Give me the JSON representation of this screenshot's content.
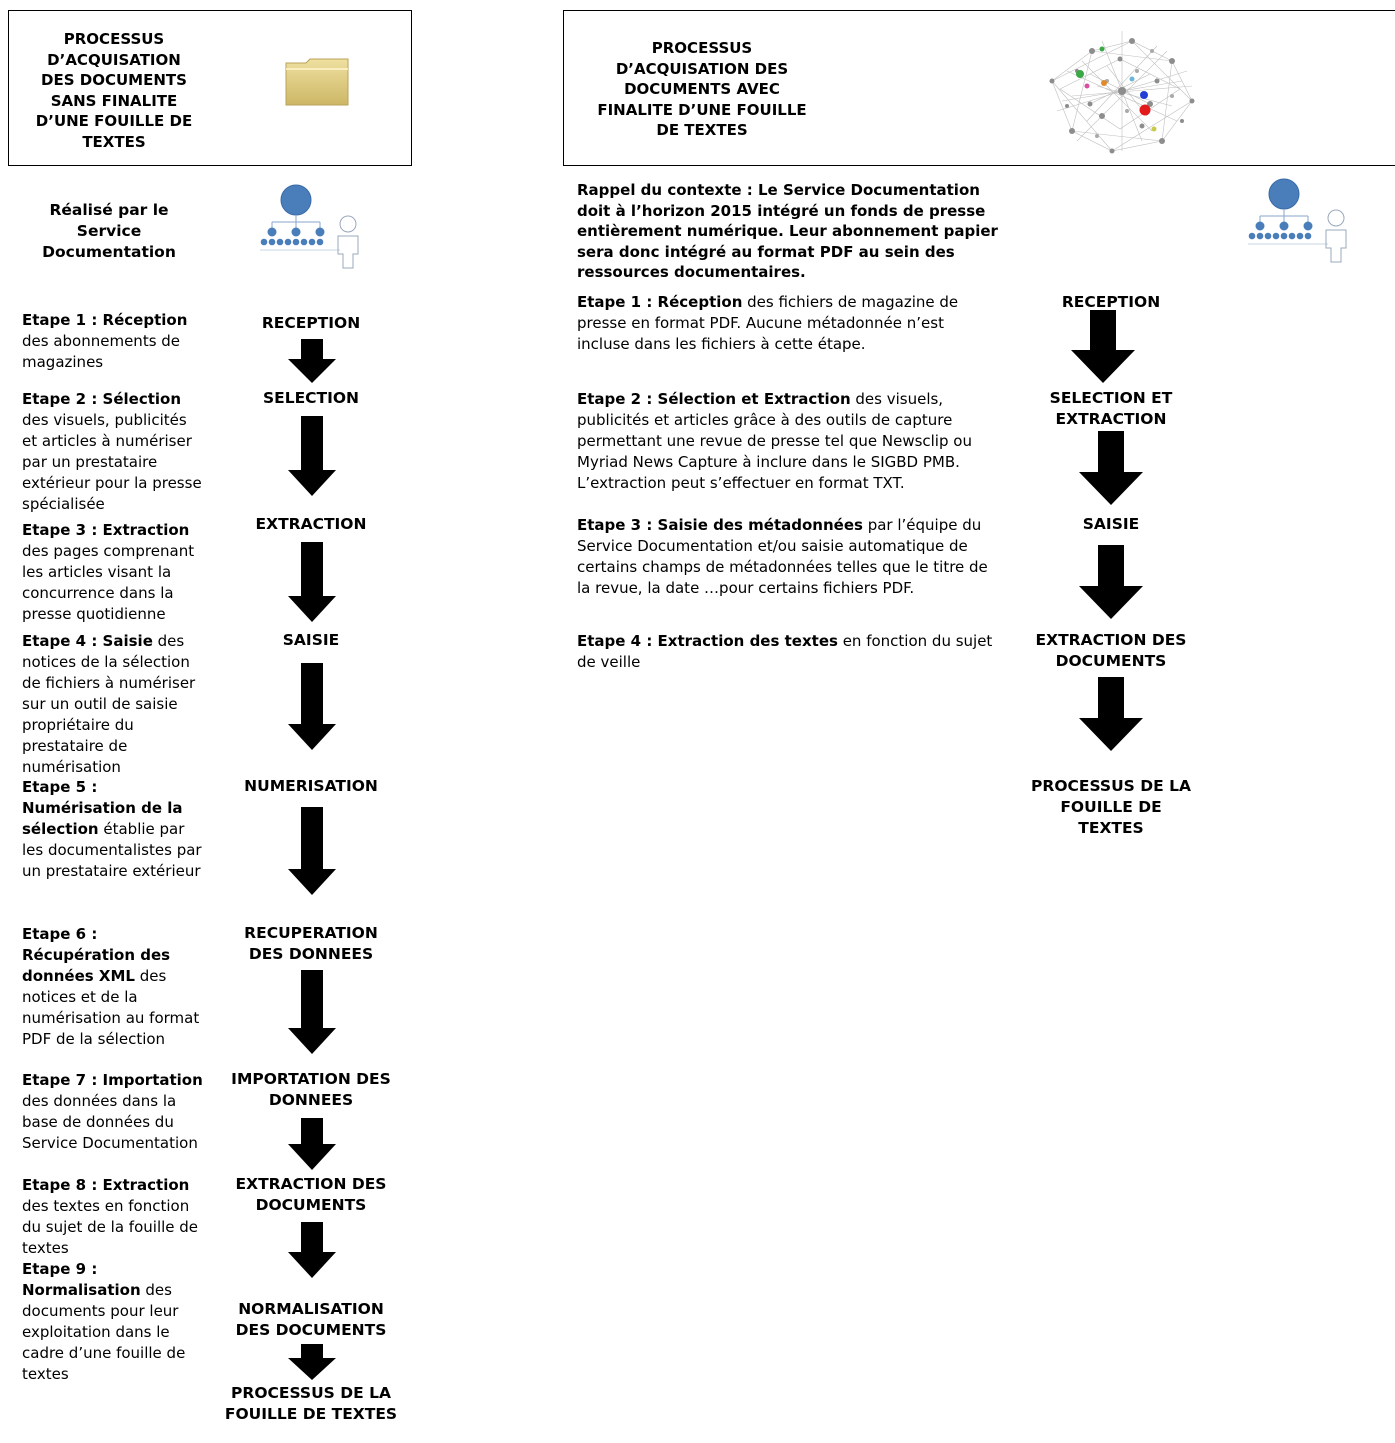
{
  "left": {
    "title": "PROCESSUS D’ACQUISATION DES DOCUMENTS SANS FINALITE D’UNE FOUILLE DE TEXTES",
    "realise": "Réalisé par le Service Documentation",
    "icons": {
      "folder": "folder-icon",
      "team": "org-chart-person-icon"
    },
    "steps": [
      {
        "bold": "Etape 1 : Réception",
        "rest": " des abonnements de magazines"
      },
      {
        "bold": "Etape 2 : Sélection",
        "rest": " des visuels, publicités et articles  à numériser par un prestataire extérieur pour la presse spécialisée"
      },
      {
        "bold": "Etape 3 : Extraction",
        "rest": " des pages comprenant les articles visant la concurrence dans la presse quotidienne"
      },
      {
        "bold": "Etape 4 : Saisie",
        "rest": " des notices de la sélection de fichiers à numériser sur un outil de saisie propriétaire du prestataire de numérisation"
      },
      {
        "bold": "Etape 5 : Numérisation de la sélection",
        "rest": " établie par les documentalistes par un prestataire extérieur"
      },
      {
        "bold": "Etape 6 : Récupération des données XML",
        "rest": " des notices et de la numérisation au format PDF de la sélection"
      },
      {
        "bold": "Etape 7 : Importation",
        "rest": " des données dans la base de données du Service Documentation"
      },
      {
        "bold": "Etape 8 : Extraction",
        "rest": " des textes en fonction du sujet de la fouille de textes"
      },
      {
        "bold": "Etape 9 : Normalisation",
        "rest": " des documents pour leur exploitation dans le cadre d’une fouille de textes"
      }
    ],
    "flow": [
      "RECEPTION",
      "SELECTION",
      "EXTRACTION",
      "SAISIE",
      "NUMERISATION",
      "RECUPERATION DES DONNEES",
      "IMPORTATION DES DONNEES",
      "EXTRACTION DES DOCUMENTS",
      "NORMALISATION DES DOCUMENTS",
      "PROCESSUS DE LA FOUILLE DE TEXTES"
    ]
  },
  "right": {
    "title": "PROCESSUS D’ACQUISATION DES DOCUMENTS AVEC FINALITE D’UNE FOUILLE DE TEXTES",
    "context": "Rappel du contexte : Le Service Documentation doit à l’horizon 2015 intégré un fonds de presse entièrement numérique. Leur abonnement papier sera donc intégré au format PDF au sein des ressources documentaires.",
    "icons": {
      "network": "network-graph-icon",
      "team": "org-chart-person-icon"
    },
    "steps": [
      {
        "bold": "Etape 1 : Réception",
        "rest": " des fichiers de magazine de presse en format PDF. Aucune métadonnée n’est incluse dans les fichiers à cette étape."
      },
      {
        "bold": "Etape 2 : Sélection et Extraction",
        "rest": " des visuels, publicités et articles  grâce à des outils de capture permettant une revue de presse tel que Newsclip ou Myriad News Capture à inclure dans le SIGBD PMB. L’extraction peut s’effectuer en format TXT."
      },
      {
        "bold": "Etape 3 : Saisie des métadonnées",
        "rest": " par l’équipe du Service Documentation et/ou saisie automatique de certains champs de métadonnées telles que le titre de la revue, la date …pour certains fichiers PDF."
      },
      {
        "bold": "Etape 4 : Extraction des textes",
        "rest": " en fonction du sujet de veille"
      }
    ],
    "flow": [
      "RECEPTION",
      "SELECTION ET EXTRACTION",
      "SAISIE",
      "EXTRACTION DES DOCUMENTS",
      "PROCESSUS DE LA FOUILLE DE TEXTES"
    ]
  }
}
